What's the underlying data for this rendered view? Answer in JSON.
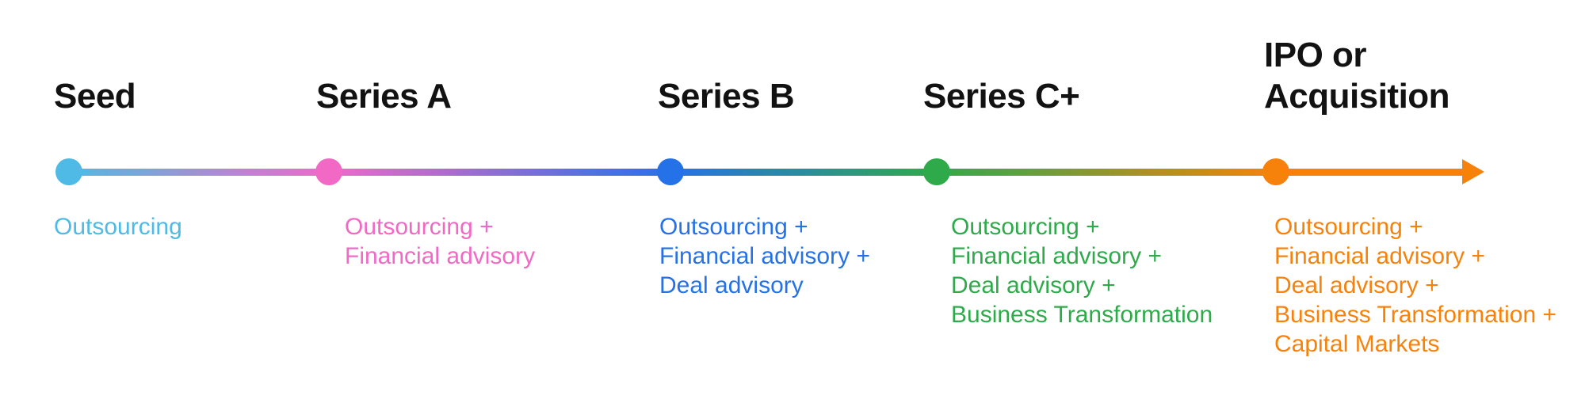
{
  "timeline": {
    "background": "#FFFFFF",
    "title_color": "#121212",
    "stages": [
      {
        "title": "Seed",
        "color": "#4FBAE5",
        "services": [
          "Outsourcing"
        ]
      },
      {
        "title": "Series A",
        "color": "#F169C5",
        "services": [
          "Outsourcing +",
          "Financial advisory"
        ]
      },
      {
        "title": "Series B",
        "color": "#2572E8",
        "services": [
          "Outsourcing +",
          "Financial advisory +",
          "Deal advisory"
        ]
      },
      {
        "title": "Series C+",
        "color": "#2FAA4B",
        "services": [
          "Outsourcing +",
          "Financial advisory +",
          "Deal advisory +",
          "Business Transformation"
        ]
      },
      {
        "title": "IPO or Acquisition",
        "color": "#F6820C",
        "services": [
          "Outsourcing +",
          "Financial advisory +",
          "Deal advisory +",
          "Business Transformation +",
          "Capital Markets"
        ]
      }
    ]
  }
}
